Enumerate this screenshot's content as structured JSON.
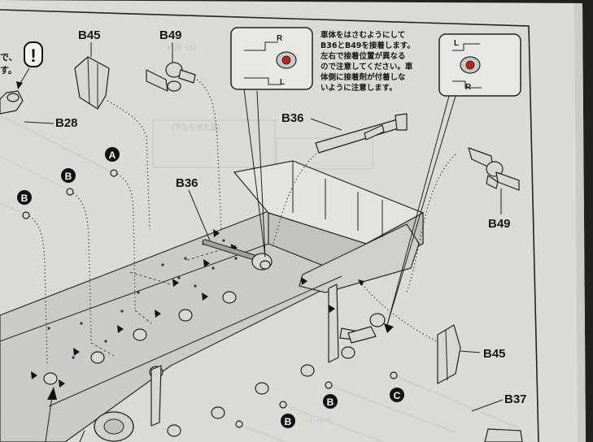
{
  "step": {
    "top_left_text": "で、\nす。",
    "caution_mark": "!",
    "note_text": "車体をはさむようにして\nB36とB49を接着します。\n左右で接着位置が異なる\nので注意してください。車\n体側に接着剤が付着しな\nいように注意します。",
    "inset_left": {
      "marks": [
        "R",
        "L"
      ]
    },
    "inset_right": {
      "marks": [
        "L",
        "R"
      ]
    },
    "part_labels": {
      "b45_top": "B45",
      "b49_top": "B49",
      "b28": "B28",
      "b36_top": "B36",
      "b36_mid": "B36",
      "b49_right": "B49",
      "b45_right": "B45",
      "b37": "B37"
    },
    "badges": [
      "A",
      "B",
      "B",
      "B",
      "B",
      "C"
    ]
  },
  "colors": {
    "paper": "#d9ddd6",
    "ink": "#161616",
    "frame_bg": "#1e211f"
  }
}
